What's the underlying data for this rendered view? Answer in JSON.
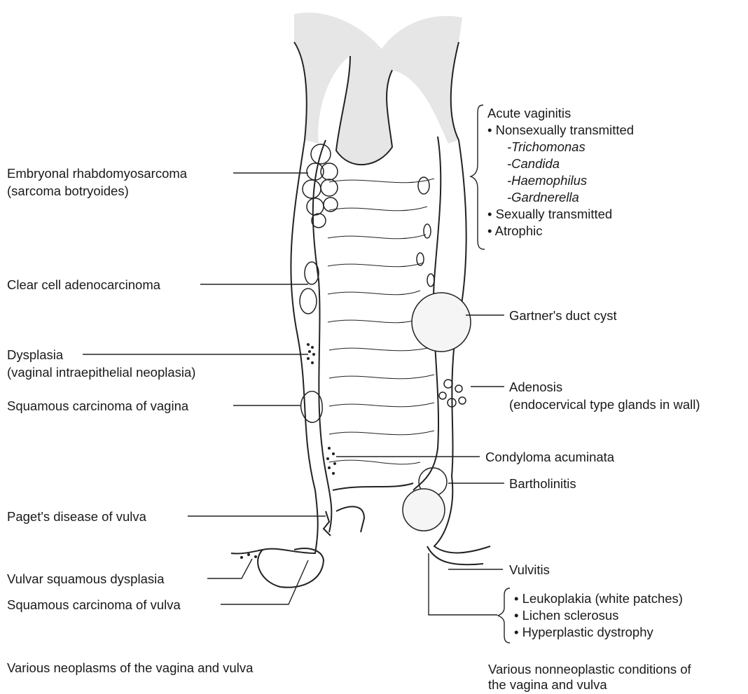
{
  "left_labels": [
    {
      "id": "embryonal",
      "text": "Embryonal rhabdomyosarcoma"
    },
    {
      "id": "embryonal2",
      "text": "(sarcoma botryoides)"
    },
    {
      "id": "clearcell",
      "text": "Clear cell adenocarcinoma"
    },
    {
      "id": "dysplasia",
      "text": "Dysplasia"
    },
    {
      "id": "dysplasia2",
      "text": "(vaginal intraepithelial neoplasia)"
    },
    {
      "id": "sqvagina",
      "text": "Squamous carcinoma of vagina"
    },
    {
      "id": "paget",
      "text": "Paget's disease of vulva"
    },
    {
      "id": "vulvardys",
      "text": "Vulvar squamous dysplasia"
    },
    {
      "id": "sqvulva",
      "text": "Squamous carcinoma of vulva"
    }
  ],
  "right_labels": [
    {
      "id": "gartner",
      "text": "Gartner's duct cyst"
    },
    {
      "id": "adenosis",
      "text": "Adenosis"
    },
    {
      "id": "adenosis2",
      "text": "(endocervical type glands in wall)"
    },
    {
      "id": "condyloma",
      "text": "Condyloma acuminata"
    },
    {
      "id": "bartholinitis",
      "text": "Bartholinitis"
    },
    {
      "id": "vulvitis",
      "text": "Vulvitis"
    }
  ],
  "vaginitis": {
    "title": "Acute vaginitis",
    "nonsexual": "Nonsexually transmitted",
    "organisms": [
      "-Trichomonas",
      "-Candida",
      "-Haemophilus",
      "-Gardnerella"
    ],
    "sexual": "Sexually transmitted",
    "atrophic": "Atrophic"
  },
  "vulvitis_list": [
    "Leukoplakia (white patches)",
    "Lichen sclerosus",
    "Hyperplastic dystrophy"
  ],
  "bullet": "•",
  "captions": {
    "left": "Various neoplasms of the vagina and vulva",
    "right_line1": "Various nonneoplastic conditions of",
    "right_line2": "the vagina and vulva"
  }
}
